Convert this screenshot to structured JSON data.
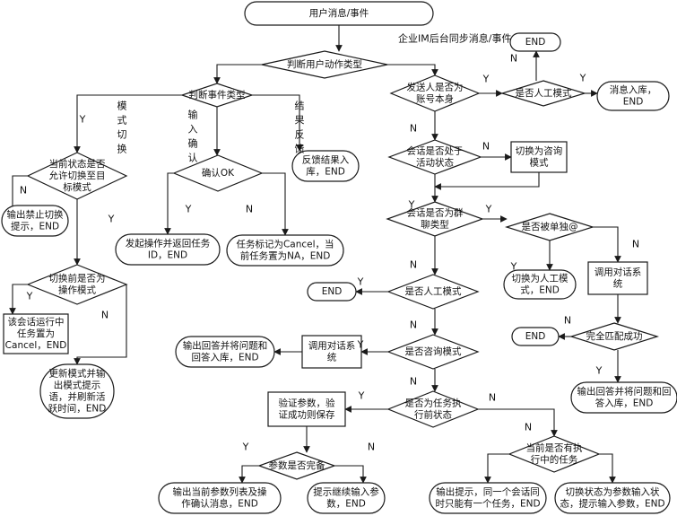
{
  "nodes": [
    {
      "id": "start",
      "shape": "terminal",
      "lines": [
        "用户消息/事件"
      ]
    },
    {
      "id": "d_action",
      "shape": "decision",
      "lines": [
        "判断用户动作类型"
      ]
    },
    {
      "id": "d_event",
      "shape": "decision",
      "lines": [
        "判断事件类型"
      ]
    },
    {
      "id": "d_sender",
      "shape": "decision",
      "lines": [
        "发送人是否为",
        "账号本身"
      ]
    },
    {
      "id": "d_manual1",
      "shape": "decision",
      "lines": [
        "是否人工模式"
      ]
    },
    {
      "id": "end_top",
      "shape": "terminal",
      "lines": [
        "END"
      ]
    },
    {
      "id": "t_msg_store",
      "shape": "terminal",
      "lines": [
        "消息入库，",
        "END"
      ]
    },
    {
      "id": "d_switch_allowed",
      "shape": "decision",
      "lines": [
        "当前状态是否",
        "允许切换至目",
        "标模式"
      ]
    },
    {
      "id": "t_forbid",
      "shape": "terminal",
      "lines": [
        "输出禁止切换",
        "提示，END"
      ]
    },
    {
      "id": "d_confirm",
      "shape": "decision",
      "lines": [
        "确认OK"
      ]
    },
    {
      "id": "t_feedback",
      "shape": "terminal",
      "lines": [
        "反馈结果入",
        "库，END"
      ]
    },
    {
      "id": "t_launch",
      "shape": "terminal",
      "lines": [
        "发起操作并返回任务",
        "ID，END"
      ]
    },
    {
      "id": "t_cancel_task",
      "shape": "terminal",
      "lines": [
        "任务标记为Cancel，当",
        "前任务置为NA，END"
      ]
    },
    {
      "id": "d_active",
      "shape": "decision",
      "lines": [
        "会话是否处于",
        "活动状态"
      ]
    },
    {
      "id": "p_to_consult",
      "shape": "process",
      "lines": [
        "切换为咨询",
        "模式"
      ]
    },
    {
      "id": "d_group",
      "shape": "decision",
      "lines": [
        "会话是否为群",
        "聊类型"
      ]
    },
    {
      "id": "d_at",
      "shape": "decision",
      "lines": [
        "是否被单独@"
      ]
    },
    {
      "id": "t_to_manual",
      "shape": "terminal",
      "lines": [
        "切换为人工模",
        "式，END"
      ]
    },
    {
      "id": "p_dialog_right",
      "shape": "process",
      "lines": [
        "调用对话系",
        "统"
      ]
    },
    {
      "id": "d_before_switch",
      "shape": "decision",
      "lines": [
        "切换前是否为",
        "操作模式"
      ]
    },
    {
      "id": "p_set_cancel",
      "shape": "process",
      "lines": [
        "该会话运行中",
        "任务置为",
        "Cancel，END"
      ]
    },
    {
      "id": "t_update_mode",
      "shape": "terminal",
      "lines": [
        "更新模式并输",
        "出模式提示",
        "语，并刷新活",
        "跃时间，END"
      ]
    },
    {
      "id": "d_manual2",
      "shape": "decision",
      "lines": [
        "是否人工模式"
      ]
    },
    {
      "id": "end_mid",
      "shape": "terminal",
      "lines": [
        "END"
      ]
    },
    {
      "id": "d_consult",
      "shape": "decision",
      "lines": [
        "是否咨询模式"
      ]
    },
    {
      "id": "p_dialog_left",
      "shape": "process",
      "lines": [
        "调用对话系",
        "统"
      ]
    },
    {
      "id": "t_answer_left",
      "shape": "terminal",
      "lines": [
        "输出回答并将问题和",
        "回答入库，END"
      ]
    },
    {
      "id": "d_full_match",
      "shape": "decision",
      "lines": [
        "完全匹配成功"
      ]
    },
    {
      "id": "end_right",
      "shape": "terminal",
      "lines": [
        "END"
      ]
    },
    {
      "id": "t_answer_right",
      "shape": "terminal",
      "lines": [
        "输出回答并将问题和回",
        "答入库，END"
      ]
    },
    {
      "id": "d_pre_exec",
      "shape": "decision",
      "lines": [
        "是否为任务执",
        "行前状态"
      ]
    },
    {
      "id": "p_validate",
      "shape": "process",
      "lines": [
        "验证参数，验",
        "证成功则保存"
      ]
    },
    {
      "id": "d_params_done",
      "shape": "decision",
      "lines": [
        "参数是否完备"
      ]
    },
    {
      "id": "t_param_list",
      "shape": "terminal",
      "lines": [
        "输出当前参数列表及操",
        "作确认消息，END"
      ]
    },
    {
      "id": "t_prompt_more",
      "shape": "terminal",
      "lines": [
        "提示继续输入参",
        "数，END"
      ]
    },
    {
      "id": "d_running",
      "shape": "decision",
      "lines": [
        "当前是否有执",
        "行中的任务"
      ]
    },
    {
      "id": "t_one_task",
      "shape": "terminal",
      "lines": [
        "输出提示，同一个会话同",
        "时只能有一个任务，END"
      ]
    },
    {
      "id": "t_to_param",
      "shape": "terminal",
      "lines": [
        "切换状态为参数输入状",
        "态，提示输入参数，END"
      ]
    }
  ],
  "edge_labels": [
    {
      "id": "l_im",
      "text": "企业IM后台同步消息/事件"
    },
    {
      "id": "l_mode_switch",
      "text": "模式切换",
      "vertical": true
    },
    {
      "id": "l_input_confirm",
      "text": "输入确认",
      "vertical": true
    },
    {
      "id": "l_result_fb",
      "text": "结果反馈",
      "vertical": true
    },
    {
      "id": "l_y1",
      "text": "Y"
    },
    {
      "id": "l_n1",
      "text": "N"
    },
    {
      "id": "l_y2",
      "text": "Y"
    },
    {
      "id": "l_n2",
      "text": "N"
    },
    {
      "id": "l_y3",
      "text": "Y"
    },
    {
      "id": "l_n3",
      "text": "N"
    },
    {
      "id": "l_y4",
      "text": "Y"
    },
    {
      "id": "l_n4",
      "text": "N"
    },
    {
      "id": "l_y5",
      "text": "Y"
    },
    {
      "id": "l_n5",
      "text": "N"
    },
    {
      "id": "l_y6",
      "text": "Y"
    },
    {
      "id": "l_n6",
      "text": "N"
    },
    {
      "id": "l_y7",
      "text": "Y"
    },
    {
      "id": "l_n7",
      "text": "N"
    },
    {
      "id": "l_y8",
      "text": "Y"
    },
    {
      "id": "l_n8",
      "text": "N"
    },
    {
      "id": "l_y9",
      "text": "Y"
    },
    {
      "id": "l_n9",
      "text": "N"
    },
    {
      "id": "l_y10",
      "text": "Y"
    },
    {
      "id": "l_n10",
      "text": "N"
    },
    {
      "id": "l_y11",
      "text": "Y"
    },
    {
      "id": "l_n11",
      "text": "N"
    },
    {
      "id": "l_y12",
      "text": "Y"
    },
    {
      "id": "l_n12",
      "text": "N"
    },
    {
      "id": "l_y13",
      "text": "Y"
    },
    {
      "id": "l_n13",
      "text": "N"
    },
    {
      "id": "l_y14",
      "text": "Y"
    },
    {
      "id": "l_n14",
      "text": "N"
    }
  ]
}
